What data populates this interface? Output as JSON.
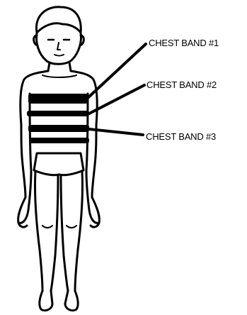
{
  "diagram": {
    "labels": [
      {
        "text": "CHEST BAND #1"
      },
      {
        "text": "CHEST BAND #2"
      },
      {
        "text": "CHEST BAND #3"
      }
    ],
    "colors": {
      "ink": "#000000",
      "paper": "#ffffff"
    }
  }
}
